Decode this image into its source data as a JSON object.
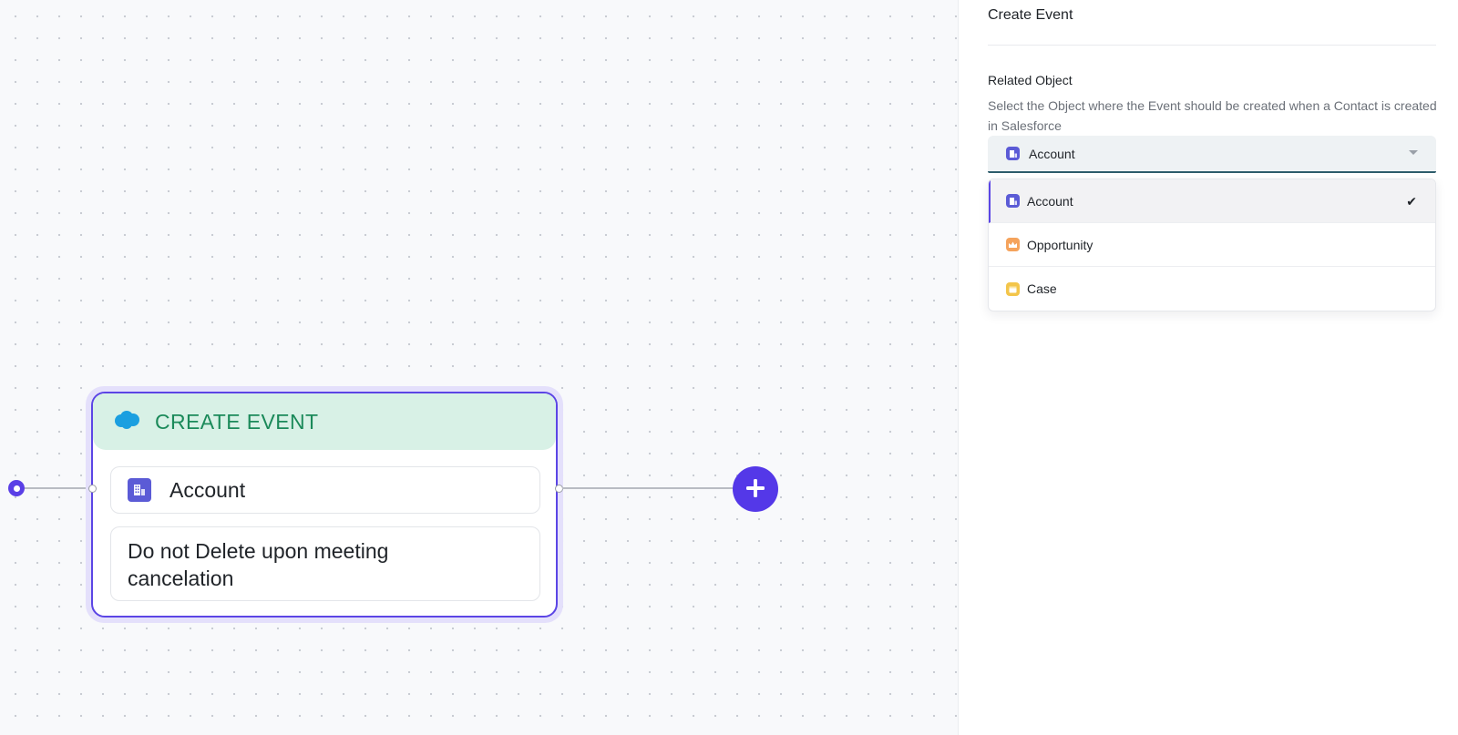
{
  "canvas": {
    "node": {
      "title": "CREATE EVENT",
      "icon": "salesforce-cloud-icon",
      "related_object": "Account",
      "related_object_icon": "building-icon",
      "delete_policy": "Do not Delete upon meeting cancelation"
    },
    "add_step_icon": "plus-icon"
  },
  "panel": {
    "title": "Create Event",
    "field_label": "Related Object",
    "field_description": "Select the Object where the Event should be created when a Contact is created in Salesforce",
    "select": {
      "value": "Account",
      "icon": "building-icon"
    },
    "options": [
      {
        "label": "Account",
        "icon": "building-icon",
        "selected": true
      },
      {
        "label": "Opportunity",
        "icon": "crown-icon",
        "selected": false
      },
      {
        "label": "Case",
        "icon": "case-icon",
        "selected": false
      }
    ],
    "selected_check": "✔"
  },
  "colors": {
    "accent": "#5b45e5",
    "header_green_bg": "#d8f1e6",
    "header_green_text": "#1b8a5a",
    "account_icon": "#5b5bd6",
    "opportunity_icon": "#f5a35c",
    "case_icon": "#f3c54a",
    "salesforce_blue": "#1b9fe0"
  }
}
